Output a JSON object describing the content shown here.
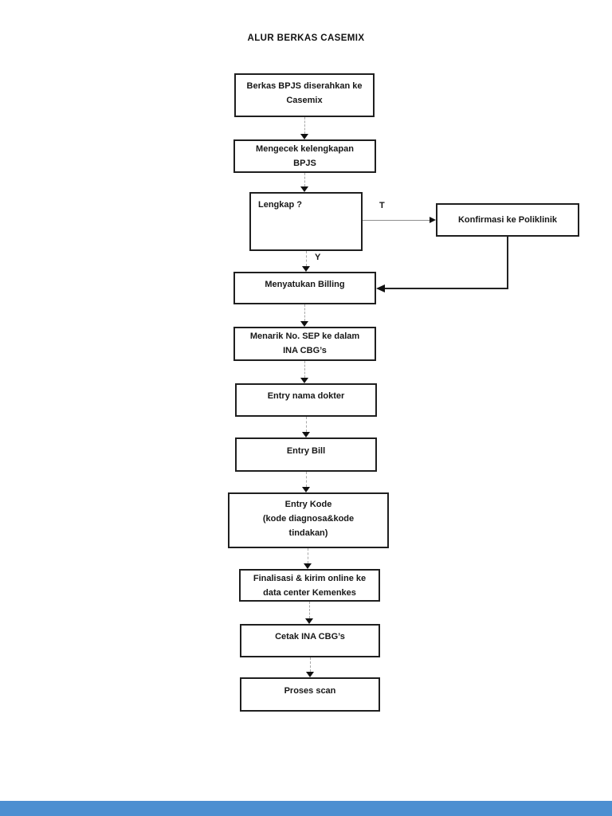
{
  "page": {
    "background_color": "#ffffff",
    "footer_bar_color": "#4d8fd1"
  },
  "title": "ALUR BERKAS CASEMIX",
  "flow": {
    "nodes": [
      {
        "id": "berkas",
        "lines": [
          "Berkas BPJS diserahkan ke",
          "Casemix"
        ]
      },
      {
        "id": "mengecek",
        "lines": [
          "Mengecek kelengkapan",
          "BPJS"
        ]
      },
      {
        "id": "lengkap",
        "lines": [
          "Lengkap ?"
        ]
      },
      {
        "id": "konfirmasi",
        "lines": [
          "Konfirmasi ke Poliklinik"
        ]
      },
      {
        "id": "menyatukan",
        "lines": [
          "Menyatukan Billing"
        ]
      },
      {
        "id": "menarik",
        "lines": [
          "Menarik No. SEP ke dalam",
          "INA CBG’s"
        ]
      },
      {
        "id": "entry-dokter",
        "lines": [
          "Entry nama dokter"
        ]
      },
      {
        "id": "entry-bill",
        "lines": [
          "Entry Bill"
        ]
      },
      {
        "id": "entry-kode",
        "lines": [
          "Entry Kode",
          "(kode diagnosa&kode",
          "tindakan)"
        ]
      },
      {
        "id": "finalisasi",
        "lines": [
          "Finalisasi & kirim online ke",
          "data center Kemenkes"
        ]
      },
      {
        "id": "cetak",
        "lines": [
          "Cetak INA CBG’s"
        ]
      },
      {
        "id": "proses",
        "lines": [
          "Proses scan"
        ]
      }
    ],
    "edges": [
      {
        "from": "berkas",
        "to": "mengecek",
        "label": ""
      },
      {
        "from": "mengecek",
        "to": "lengkap",
        "label": ""
      },
      {
        "from": "lengkap",
        "to": "konfirmasi",
        "label": "T"
      },
      {
        "from": "lengkap",
        "to": "menyatukan",
        "label": "Y"
      },
      {
        "from": "konfirmasi",
        "to": "menyatukan",
        "label": ""
      },
      {
        "from": "menyatukan",
        "to": "menarik",
        "label": ""
      },
      {
        "from": "menarik",
        "to": "entry-dokter",
        "label": ""
      },
      {
        "from": "entry-dokter",
        "to": "entry-bill",
        "label": ""
      },
      {
        "from": "entry-bill",
        "to": "entry-kode",
        "label": ""
      },
      {
        "from": "entry-kode",
        "to": "finalisasi",
        "label": ""
      },
      {
        "from": "finalisasi",
        "to": "cetak",
        "label": ""
      },
      {
        "from": "cetak",
        "to": "proses",
        "label": ""
      }
    ]
  }
}
